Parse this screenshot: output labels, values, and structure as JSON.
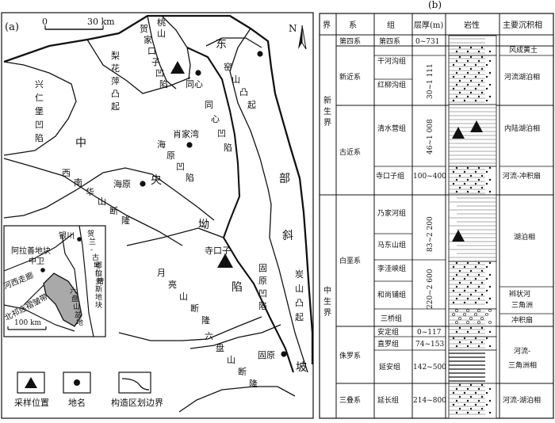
{
  "panel_a": {
    "label": "(a)",
    "scale_zero": "0",
    "scale_km": "30 km",
    "north": "N",
    "regions": {
      "xinrenbao": [
        "兴",
        "仁",
        "堡",
        "凹",
        "陷"
      ],
      "lihuaping": [
        "梨",
        "花",
        "萍",
        "凸",
        "起"
      ],
      "hejiakouzi": [
        "贺",
        "家",
        "口",
        "子",
        "凹",
        "陷"
      ],
      "taoshan": [
        "桃",
        "山"
      ],
      "yaoshan": [
        "窑",
        "山",
        "凸",
        "起"
      ],
      "tongxin_ax": [
        "同",
        "心",
        "凹",
        "陷"
      ],
      "haiyuan_ax": [
        "海",
        "原",
        "凹",
        "陷"
      ],
      "xinan_fault": [
        "西",
        "南",
        "华",
        "山",
        "断",
        "隆"
      ],
      "yueliang": [
        "月",
        "亮",
        "山",
        "断",
        "隆"
      ],
      "guyuan_ax": [
        "固",
        "原",
        "凹",
        "陷"
      ],
      "yanshan": [
        "炭",
        "山",
        "凸",
        "起"
      ],
      "liupanshan": [
        "六",
        "盘",
        "山",
        "断",
        "隆"
      ],
      "zhong": "中",
      "yang": "央",
      "ao": "坳",
      "xian": "陷",
      "dong": "东",
      "bu": "部",
      "xie": "斜",
      "po": "坡"
    },
    "places": {
      "tongxin": "同心",
      "xiaojiawan": "肖家湾",
      "haiyuan": "海原",
      "sikouzi": "寺口子",
      "guyuan": "固原"
    },
    "inset": {
      "yinchuan": "银川",
      "alashan": "阿拉善地块",
      "helan": [
        "贺",
        "兰",
        "-",
        "古",
        "坳",
        "拉",
        "槽"
      ],
      "zhongwei": "中卫",
      "hexi": "河西走廊",
      "ordos": [
        "鄂",
        "尔",
        "多",
        "斯",
        "地",
        "块"
      ],
      "liupan_basin": [
        "六",
        "盘",
        "山",
        "盆",
        "地"
      ],
      "qilian": "北祁连褶皱带",
      "scale": "100 km"
    },
    "legend": {
      "sample": "采样位置",
      "place": "地名",
      "boundary": "构造区划边界"
    }
  },
  "panel_b": {
    "label": "(b)",
    "headers": [
      "界",
      "系",
      "组",
      "层厚(m)",
      "岩性",
      "主要沉积相"
    ],
    "eras": [
      {
        "name": [
          "新",
          "生",
          "界"
        ]
      },
      {
        "name": [
          "中",
          "生",
          "界"
        ]
      }
    ],
    "systems": [
      "第四系",
      "新近系",
      "古近系",
      "白垩系",
      "侏罗系",
      "三叠系"
    ],
    "formations": [
      "第四系",
      "干河沟组",
      "红柳沟组",
      "清水营组",
      "寺口子组",
      "乃家河组",
      "马东山组",
      "李洼峡组",
      "和尚铺组",
      "三桥组",
      "安定组",
      "直罗组",
      "延安组",
      "延长组"
    ],
    "thickness": [
      "0~731",
      "30~1 111",
      "46~1 008",
      "100~400",
      "83~2 200",
      "220~2 600",
      "0~117",
      "74~153",
      "142~500",
      "214~800"
    ],
    "facies": [
      "风成黄土",
      "河流湖泊相",
      "内陆湖泊相",
      "河流-冲积扇",
      "湖泊相",
      "辫状河",
      "三角洲",
      "冲积扇",
      "河流-",
      "三角洲相",
      "河流-湖泊相"
    ]
  }
}
